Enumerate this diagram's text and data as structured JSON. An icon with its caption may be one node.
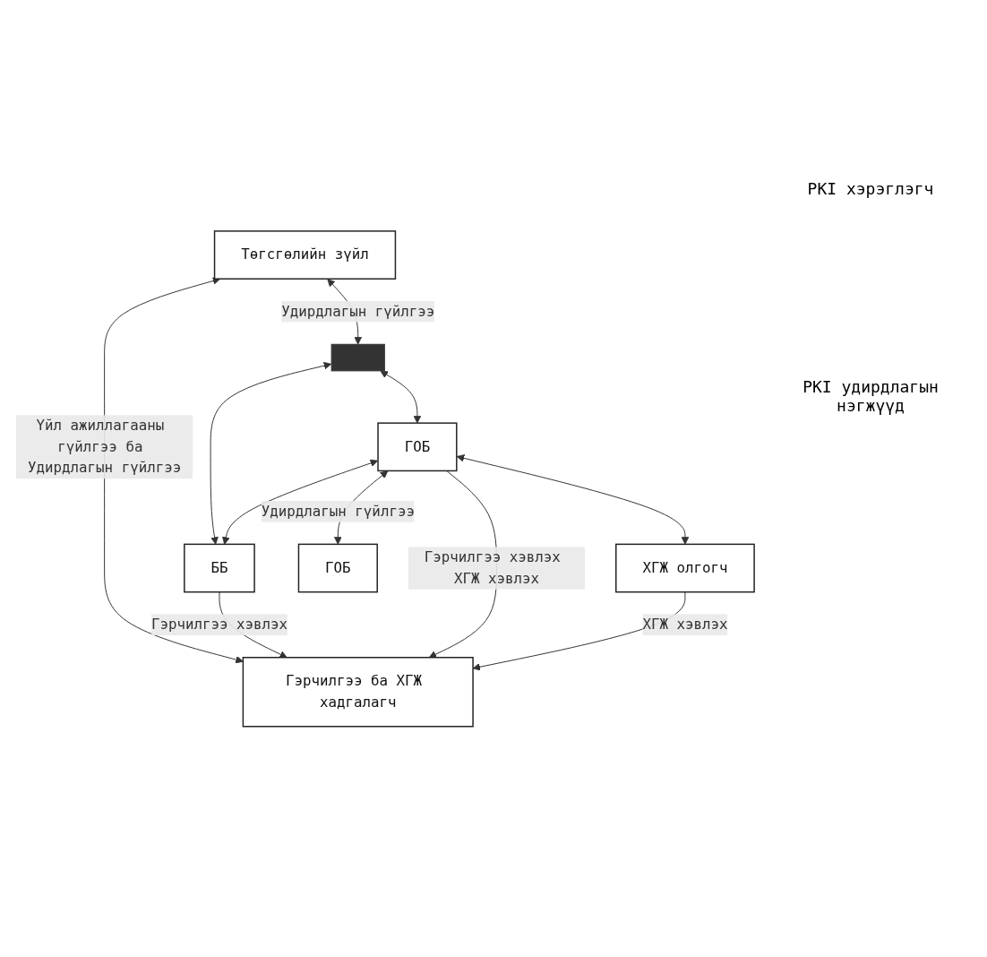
{
  "diagram": {
    "nodes": [
      {
        "text": [
          "Гэрчилгээ ба ХГЖ хадгалагч"
        ]
      },
      {
        "text": [
          "Төгсгөлийн зүйл"
        ]
      },
      {
        "text": [],
        "shape": "bar"
      },
      {
        "text": [
          "ББ"
        ]
      },
      {
        "text": [
          "ГОБ"
        ]
      },
      {
        "text": [
          "ХГЖ олгогч"
        ]
      },
      {
        "text": [
          "ГОБ"
        ]
      }
    ],
    "edges": [
      {
        "from": 1,
        "to": 0,
        "arrow": "both",
        "label": "Үйл ажиллагааны гүйлгээ ба Удирдлагын гүйлгээ"
      },
      {
        "from": 1,
        "to": 2,
        "arrow": "both",
        "label": "Удирдлагын гүйлгээ"
      },
      {
        "from": 2,
        "to": 3,
        "arrow": "both"
      },
      {
        "from": 2,
        "to": 4,
        "arrow": "both"
      },
      {
        "from": 3,
        "to": 0,
        "arrow": "to",
        "label": "Гэрчилгээ хэвлэх"
      },
      {
        "from": 4,
        "to": 3,
        "arrow": "both"
      },
      {
        "from": 4,
        "to": 0,
        "arrow": "to",
        "label": "Гэрчилгээ хэвлэх ХГЖ хэвлэх"
      },
      {
        "from": 4,
        "to": 5,
        "arrow": "both"
      },
      {
        "from": 5,
        "to": 0,
        "arrow": "to",
        "label": "ХГЖ хэвлэх"
      },
      {
        "from": 4,
        "to": 6,
        "arrow": "both",
        "label": "Удирдлагын гүйлгээ"
      }
    ],
    "labels": [
      "PKI хэрэглэгч",
      "PKI удирдлагын нэгжүүд"
    ]
  }
}
